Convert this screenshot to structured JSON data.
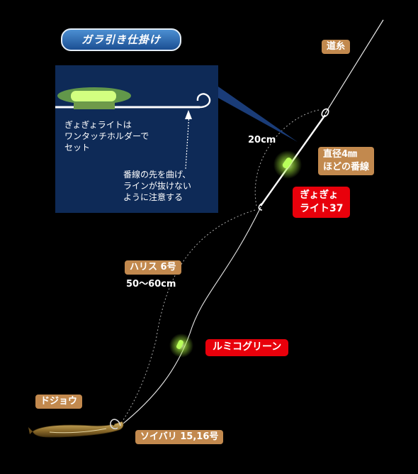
{
  "title": "ガラ引き仕掛け",
  "labels": {
    "michiito": "道糸",
    "distance": "20cm",
    "wire": "直径4㎜\nほどの番線",
    "light": "ぎょぎょ\nライト37",
    "harisu": "ハリス 6号",
    "harisu_len": "50〜60cm",
    "lumi": "ルミコグリーン",
    "dojou": "ドジョウ",
    "hook": "ソイバリ 15,16号"
  },
  "inset": {
    "text1": "ぎょぎょライトは\nワンタッチホルダーで\nセット",
    "text2": "番線の先を曲げ、\nラインが抜けない\nように注意する"
  },
  "colors": {
    "tan_label": "#c2894e",
    "red_label": "#e8000b",
    "inset_bg": "#0e2a57",
    "glow": "#a8f040"
  }
}
